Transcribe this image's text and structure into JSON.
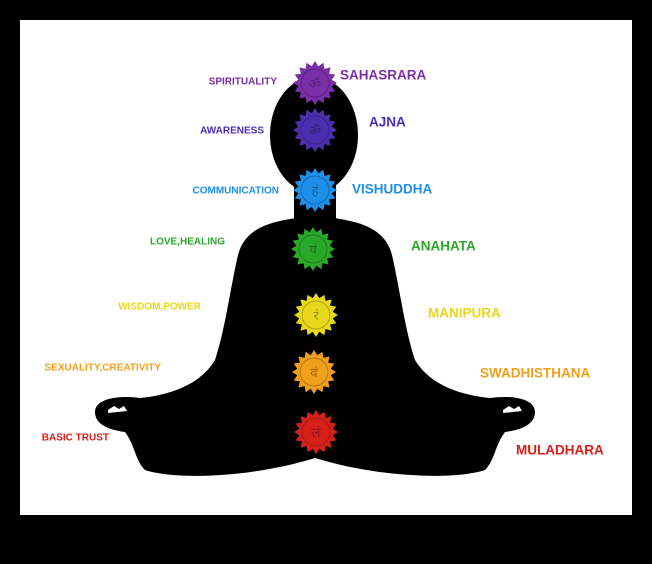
{
  "chakras": [
    {
      "name": "SAHASRARA",
      "meaning": "SPIRITUALITY",
      "color": "#7a2fa8",
      "symbol": "ॐ"
    },
    {
      "name": "AJNA",
      "meaning": "AWARENESS",
      "color": "#4a2fb0",
      "symbol": "ॐ"
    },
    {
      "name": "VISHUDDHA",
      "meaning": "COMMUNICATION",
      "color": "#1e8fe8",
      "symbol": "हं"
    },
    {
      "name": "ANAHATA",
      "meaning": "LOVE,HEALING",
      "color": "#2aa82a",
      "symbol": "यं"
    },
    {
      "name": "MANIPURA",
      "meaning": "WISDOM,POWER",
      "color": "#e8d81a",
      "symbol": "रं"
    },
    {
      "name": "SWADHISTHANA",
      "meaning": "SEXUALITY,CREATIVITY",
      "color": "#f0a01a",
      "symbol": "वं"
    },
    {
      "name": "MULADHARA",
      "meaning": "BASIC TRUST",
      "color": "#d8201a",
      "symbol": "लं"
    }
  ],
  "silhouette_color": "#000000"
}
